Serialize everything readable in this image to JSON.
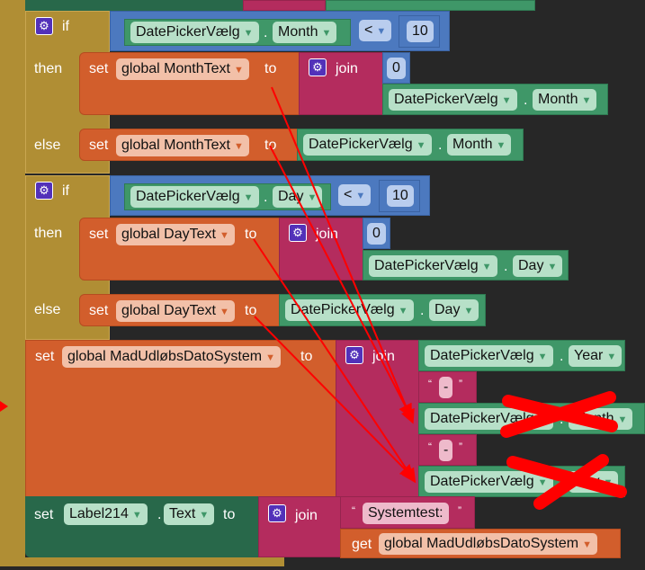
{
  "if1": {
    "if": "if",
    "then": "then",
    "else": "else",
    "component": "DatePickerVælg",
    "property": "Month",
    "op": "<",
    "number": "10",
    "then_set": "set",
    "then_var": "global MonthText",
    "to": "to",
    "join": "join",
    "zero": "0",
    "join_component": "DatePickerVælg",
    "join_property": "Month",
    "else_set": "set",
    "else_var": "global MonthText",
    "else_component": "DatePickerVælg",
    "else_property": "Month"
  },
  "if2": {
    "if": "if",
    "then": "then",
    "else": "else",
    "component": "DatePickerVælg",
    "property": "Day",
    "op": "<",
    "number": "10",
    "then_set": "set",
    "then_var": "global DayText",
    "to": "to",
    "join": "join",
    "zero": "0",
    "join_component": "DatePickerVælg",
    "join_property": "Day",
    "else_set": "set",
    "else_var": "global DayText",
    "else_component": "DatePickerVælg",
    "else_property": "Day"
  },
  "mad": {
    "set": "set",
    "var": "global MadUdløbsDatoSystem",
    "to": "to",
    "join": "join",
    "c1": "DatePickerVælg",
    "p1": "Year",
    "dash": "-",
    "c2": "DatePickerVælg",
    "p2": "Month",
    "c3": "DatePickerVælg",
    "p3": "Day",
    "q_open": "“",
    "q_close": "”"
  },
  "label": {
    "set": "set",
    "component": "Label214",
    "property": "Text",
    "to": "to",
    "join": "join",
    "text": "Systemtest:",
    "get": "get",
    "var": "global MadUdløbsDatoSystem",
    "q_open": "“",
    "q_close": "”"
  },
  "colors": {
    "annotation": "#ff0000"
  }
}
